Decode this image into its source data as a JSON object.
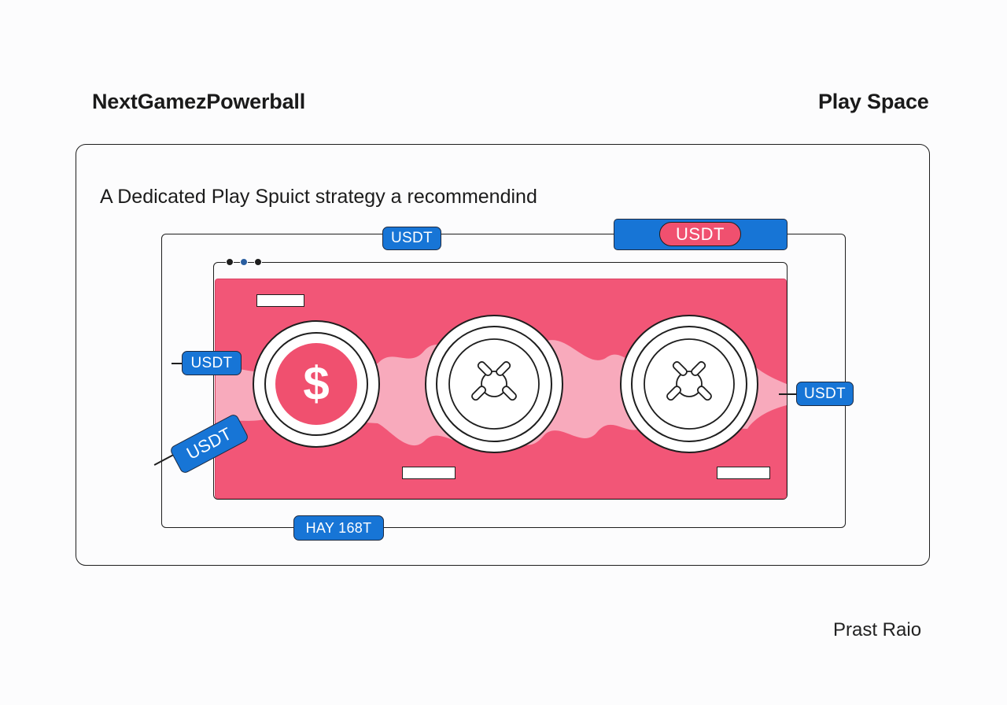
{
  "header": {
    "brand": "NextGamezPowerball",
    "nav_link": "Play Space"
  },
  "card": {
    "heading": "A Dedicated Play Spuict strategy a recommendind"
  },
  "chips": {
    "top_frame": "USDT",
    "banner": "USDT",
    "left_upper": "USDT",
    "left_tilted": "USDT",
    "right": "USDT",
    "bottom": "HAY 168T"
  },
  "reels": {
    "symbols": [
      "dollar",
      "cross-token",
      "cross-token"
    ],
    "dollar_symbol": "$"
  },
  "footer": {
    "link": "Prast Raio"
  },
  "colors": {
    "panel": "#f25677",
    "chip": "#1775d6",
    "outline": "#1e1e1e",
    "background": "#fcfcfd"
  }
}
